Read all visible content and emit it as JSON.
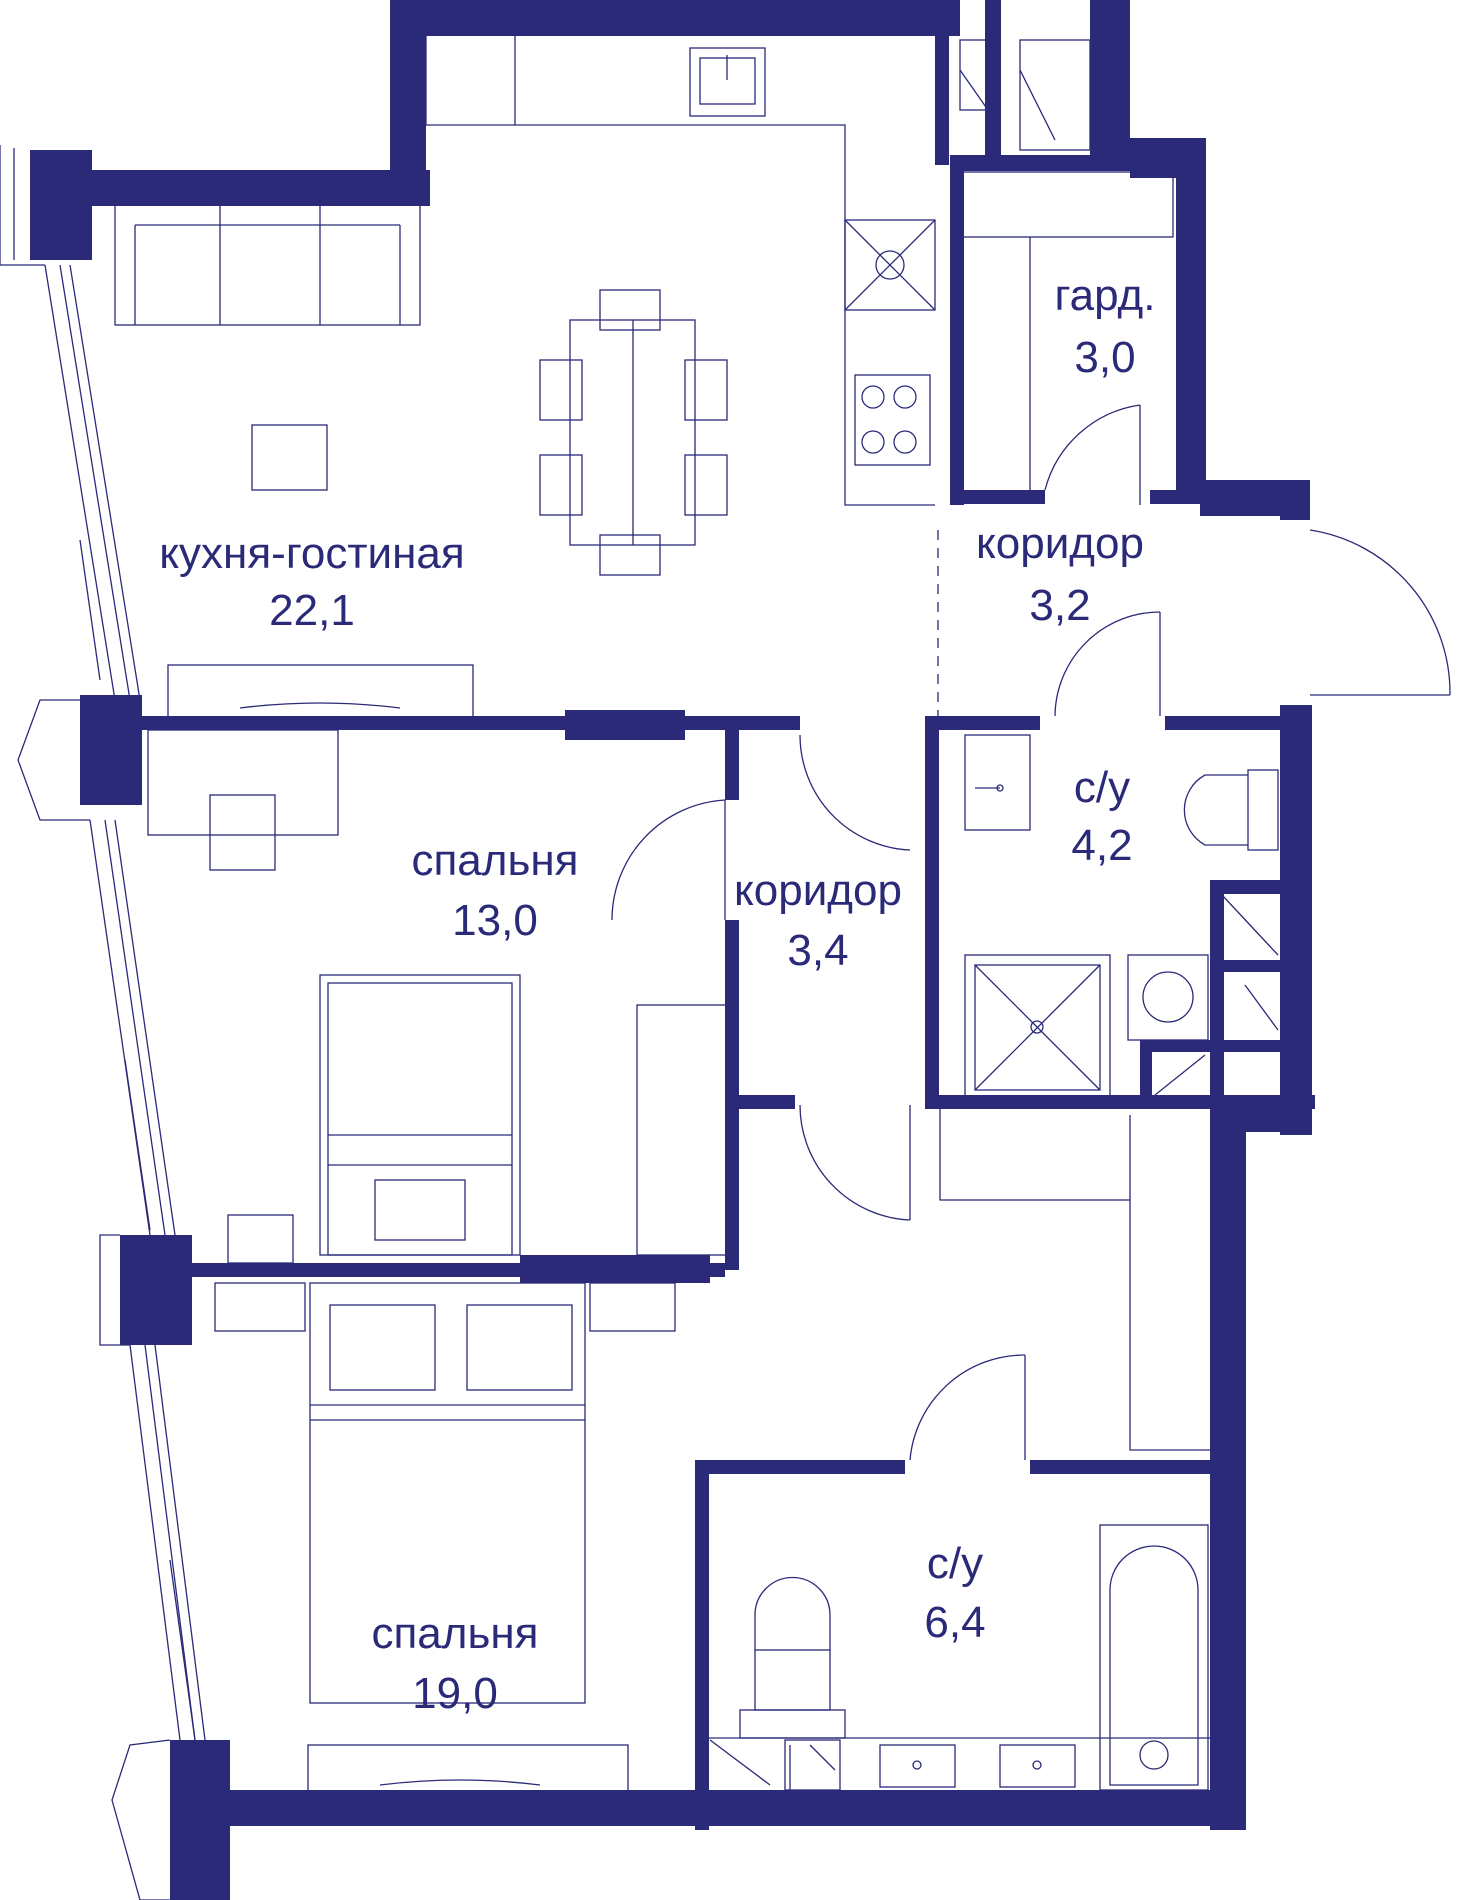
{
  "colors": {
    "wall": "#2a2a78",
    "line": "#2a2a78",
    "background": "#ffffff"
  },
  "rooms": {
    "kitchen_living": {
      "name": "кухня-гостиная",
      "area": "22,1"
    },
    "wardrobe": {
      "name": "гард.",
      "area": "3,0"
    },
    "corridor_top": {
      "name": "коридор",
      "area": "3,2"
    },
    "bathroom_small": {
      "name": "с/у",
      "area": "4,2"
    },
    "bedroom_1": {
      "name": "спальня",
      "area": "13,0"
    },
    "corridor_mid": {
      "name": "коридор",
      "area": "3,4"
    },
    "bathroom_large": {
      "name": "с/у",
      "area": "6,4"
    },
    "bedroom_2": {
      "name": "спальня",
      "area": "19,0"
    }
  }
}
